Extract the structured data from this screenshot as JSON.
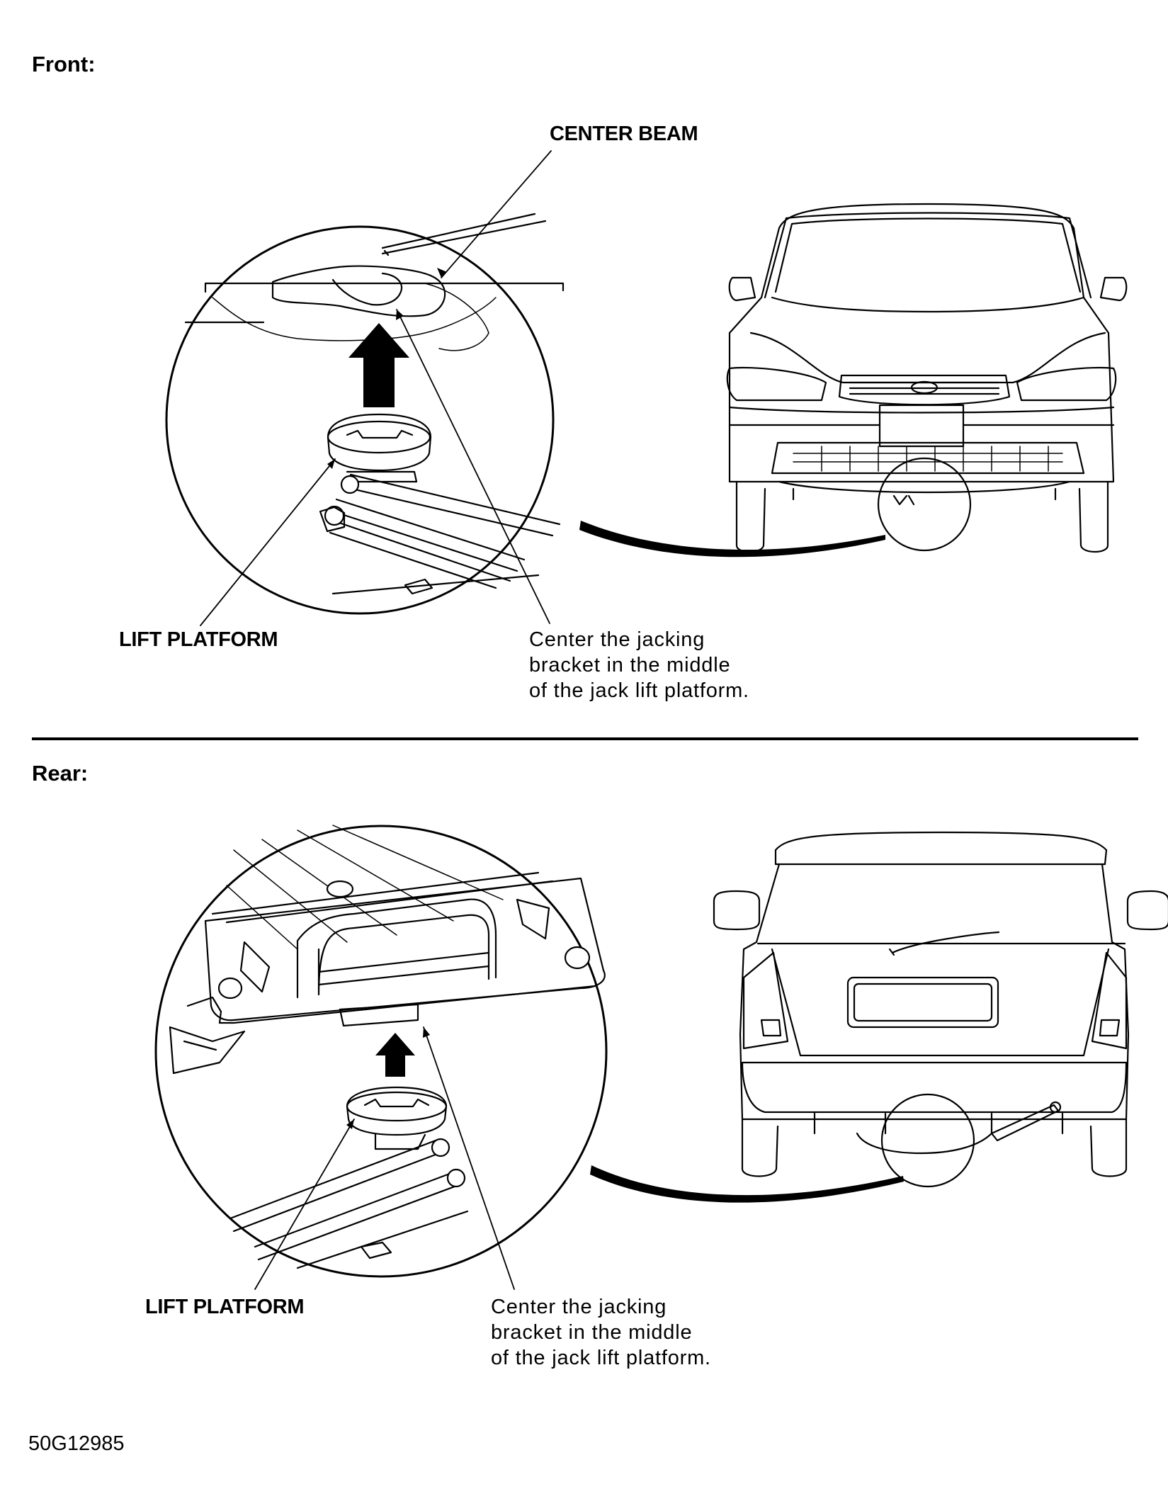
{
  "front": {
    "heading": "Front:",
    "center_beam_label": "CENTER BEAM",
    "lift_platform_label": "LIFT PLATFORM",
    "instruction_lines": [
      "Center the jacking",
      "bracket in the middle",
      "of the jack lift platform."
    ]
  },
  "rear": {
    "heading": "Rear:",
    "lift_platform_label": "LIFT PLATFORM",
    "instruction_lines": [
      "Center the jacking",
      "bracket in the middle",
      "of the jack lift platform."
    ]
  },
  "figure_code": "50G12985",
  "colors": {
    "ink": "#000000",
    "paper": "#ffffff"
  },
  "icons": [
    "lift-direction-arrow-icon",
    "jack-icon",
    "vehicle-front-view",
    "vehicle-rear-view",
    "magnifier-callout-circle"
  ]
}
